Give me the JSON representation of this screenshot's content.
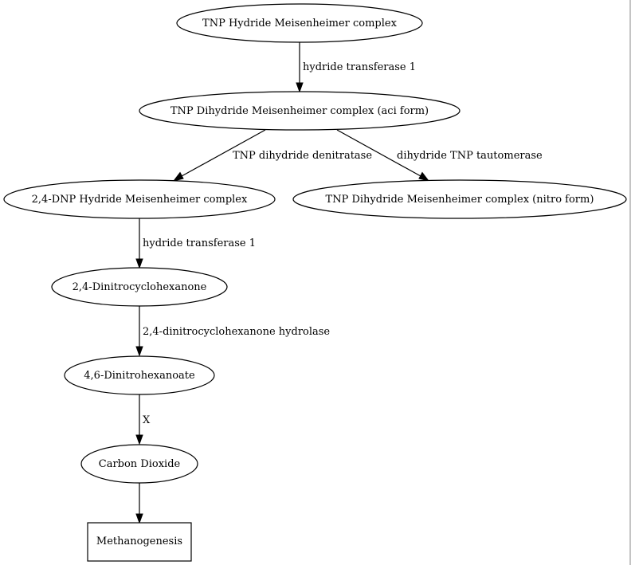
{
  "nodes": {
    "tnp_hydride": {
      "label": "TNP Hydride Meisenheimer complex"
    },
    "tnp_dihydride_aci": {
      "label": "TNP Dihydride Meisenheimer complex (aci form)"
    },
    "dnp_hydride": {
      "label": "2,4-DNP Hydride Meisenheimer complex"
    },
    "tnp_dihydride_nitro": {
      "label": "TNP Dihydride Meisenheimer complex (nitro form)"
    },
    "dinitrocyclohexanone": {
      "label": "2,4-Dinitrocyclohexanone"
    },
    "dinitrohexanoate": {
      "label": "4,6-Dinitrohexanoate"
    },
    "carbon_dioxide": {
      "label": "Carbon Dioxide"
    },
    "methanogenesis": {
      "label": "Methanogenesis"
    }
  },
  "edges": {
    "e1": {
      "label": "hydride transferase 1"
    },
    "e2": {
      "label": "TNP dihydride denitratase"
    },
    "e3": {
      "label": "dihydride TNP tautomerase"
    },
    "e4": {
      "label": "hydride transferase 1"
    },
    "e5": {
      "label": "2,4-dinitrocyclohexanone hydrolase"
    },
    "e6": {
      "label": "X"
    },
    "e7": {
      "label": ""
    }
  }
}
